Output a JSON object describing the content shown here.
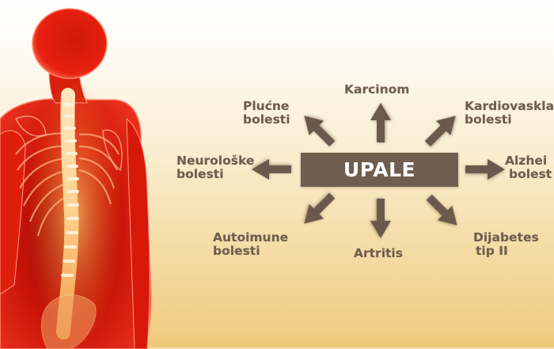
{
  "diagram": {
    "center": {
      "label": "UPALE"
    },
    "colors": {
      "box_fill": "#6f5d4f",
      "text": "#6e5c4d",
      "arrow": "#6b5a4c",
      "center_text": "#ffffff",
      "background_top": "#ffffff",
      "background_bottom": "#eec87a",
      "figure_red": "#e0180a"
    },
    "nodes": [
      {
        "id": "karcinom",
        "direction": "up",
        "line1": "Karcinom",
        "line2": ""
      },
      {
        "id": "plucne",
        "direction": "up-left",
        "line1": "Plućne",
        "line2": "bolesti"
      },
      {
        "id": "kardio",
        "direction": "up-right",
        "line1": "Kardiovaskla",
        "line2": "bolesti"
      },
      {
        "id": "neuro",
        "direction": "left",
        "line1": "Neurološke",
        "line2": "bolesti"
      },
      {
        "id": "alzheimer",
        "direction": "right",
        "line1": "Alzhei",
        "line2": "bolest"
      },
      {
        "id": "autoimune",
        "direction": "down-left",
        "line1": "Autoimune",
        "line2": "bolesti"
      },
      {
        "id": "artritis",
        "direction": "down",
        "line1": "Artritis",
        "line2": ""
      },
      {
        "id": "dijabetes",
        "direction": "down-right",
        "line1": "Dijabetes",
        "line2": "tip II"
      }
    ]
  },
  "image": {
    "figure_alt": "human-body-spine-inflammation"
  }
}
